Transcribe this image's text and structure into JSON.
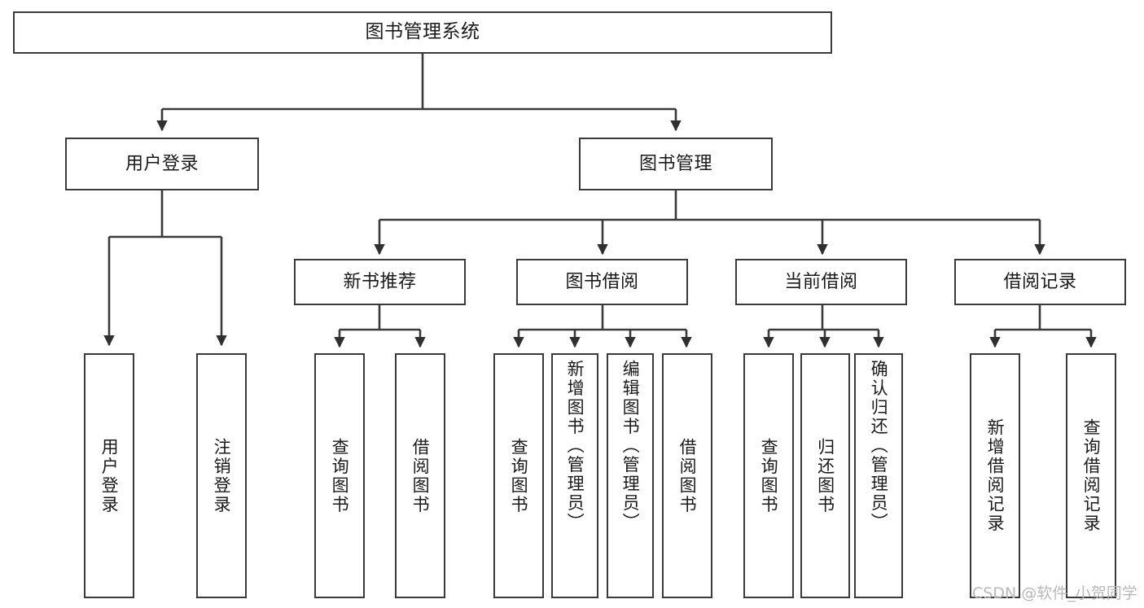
{
  "diagram": {
    "title": "图书管理系统",
    "type": "functional-structure-tree",
    "root": {
      "id": "root",
      "label": "图书管理系统"
    },
    "level2": [
      {
        "id": "user-login",
        "label": "用户登录"
      },
      {
        "id": "book-manage",
        "label": "图书管理"
      }
    ],
    "level3": [
      {
        "id": "new-book-rec",
        "label": "新书推荐",
        "parent": "book-manage"
      },
      {
        "id": "book-borrow",
        "label": "图书借阅",
        "parent": "book-manage"
      },
      {
        "id": "current-borrow",
        "label": "当前借阅",
        "parent": "book-manage"
      },
      {
        "id": "borrow-record",
        "label": "借阅记录",
        "parent": "book-manage"
      }
    ],
    "leaves": [
      {
        "id": "leaf-user-login",
        "label": "用户登录",
        "parent": "user-login"
      },
      {
        "id": "leaf-user-logout",
        "label": "注销登录",
        "parent": "user-login"
      },
      {
        "id": "leaf-rec-query",
        "label": "查询图书",
        "parent": "new-book-rec"
      },
      {
        "id": "leaf-rec-borrow",
        "label": "借阅图书",
        "parent": "new-book-rec"
      },
      {
        "id": "leaf-borrow-query",
        "label": "查询图书",
        "parent": "book-borrow"
      },
      {
        "id": "leaf-borrow-add",
        "label": "新增图书（管理员）",
        "parent": "book-borrow"
      },
      {
        "id": "leaf-borrow-edit",
        "label": "编辑图书（管理员）",
        "parent": "book-borrow"
      },
      {
        "id": "leaf-borrow-lend",
        "label": "借阅图书",
        "parent": "book-borrow"
      },
      {
        "id": "leaf-cur-query",
        "label": "查询图书",
        "parent": "current-borrow"
      },
      {
        "id": "leaf-cur-return",
        "label": "归还图书",
        "parent": "current-borrow"
      },
      {
        "id": "leaf-cur-confirm",
        "label": "确认归还（管理员）",
        "parent": "current-borrow"
      },
      {
        "id": "leaf-rec-add",
        "label": "新增借阅记录",
        "parent": "borrow-record"
      },
      {
        "id": "leaf-rec-query2",
        "label": "查询借阅记录",
        "parent": "borrow-record"
      }
    ]
  },
  "watermark": {
    "text": "CSDN @软件_小贺同学"
  },
  "colors": {
    "stroke": "#3a3a3a",
    "background": "#ffffff",
    "text": "#1a1a1a",
    "watermark": "#b9b9b9"
  }
}
